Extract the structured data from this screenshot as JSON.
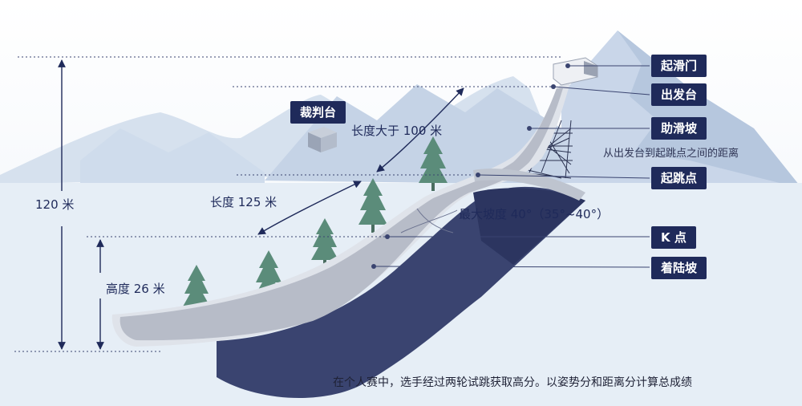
{
  "labels": {
    "start_gate": "起滑门",
    "takeoff_platform": "出发台",
    "inrun": "助滑坡",
    "inrun_note": "从出发台到起跳点之间的距离",
    "takeoff_point": "起跳点",
    "k_point": "K 点",
    "landing_slope": "着陆坡",
    "judges_tower": "裁判台"
  },
  "measurements": {
    "total_height": "120 米",
    "inrun_length": "长度大于 100 米",
    "slope_length": "长度 125 米",
    "landing_height": "高度 26 米",
    "max_slope": "最大坡度 40°（35°~40°）"
  },
  "footer": "在个人赛中，选手经过两轮试跳获取高分。以姿势分和距离分计算总成绩",
  "colors": {
    "navy": "#1f2a5a",
    "mountain": "#c9d6e8",
    "ground": "#e4edf5",
    "tree": "#5b8c7a"
  }
}
